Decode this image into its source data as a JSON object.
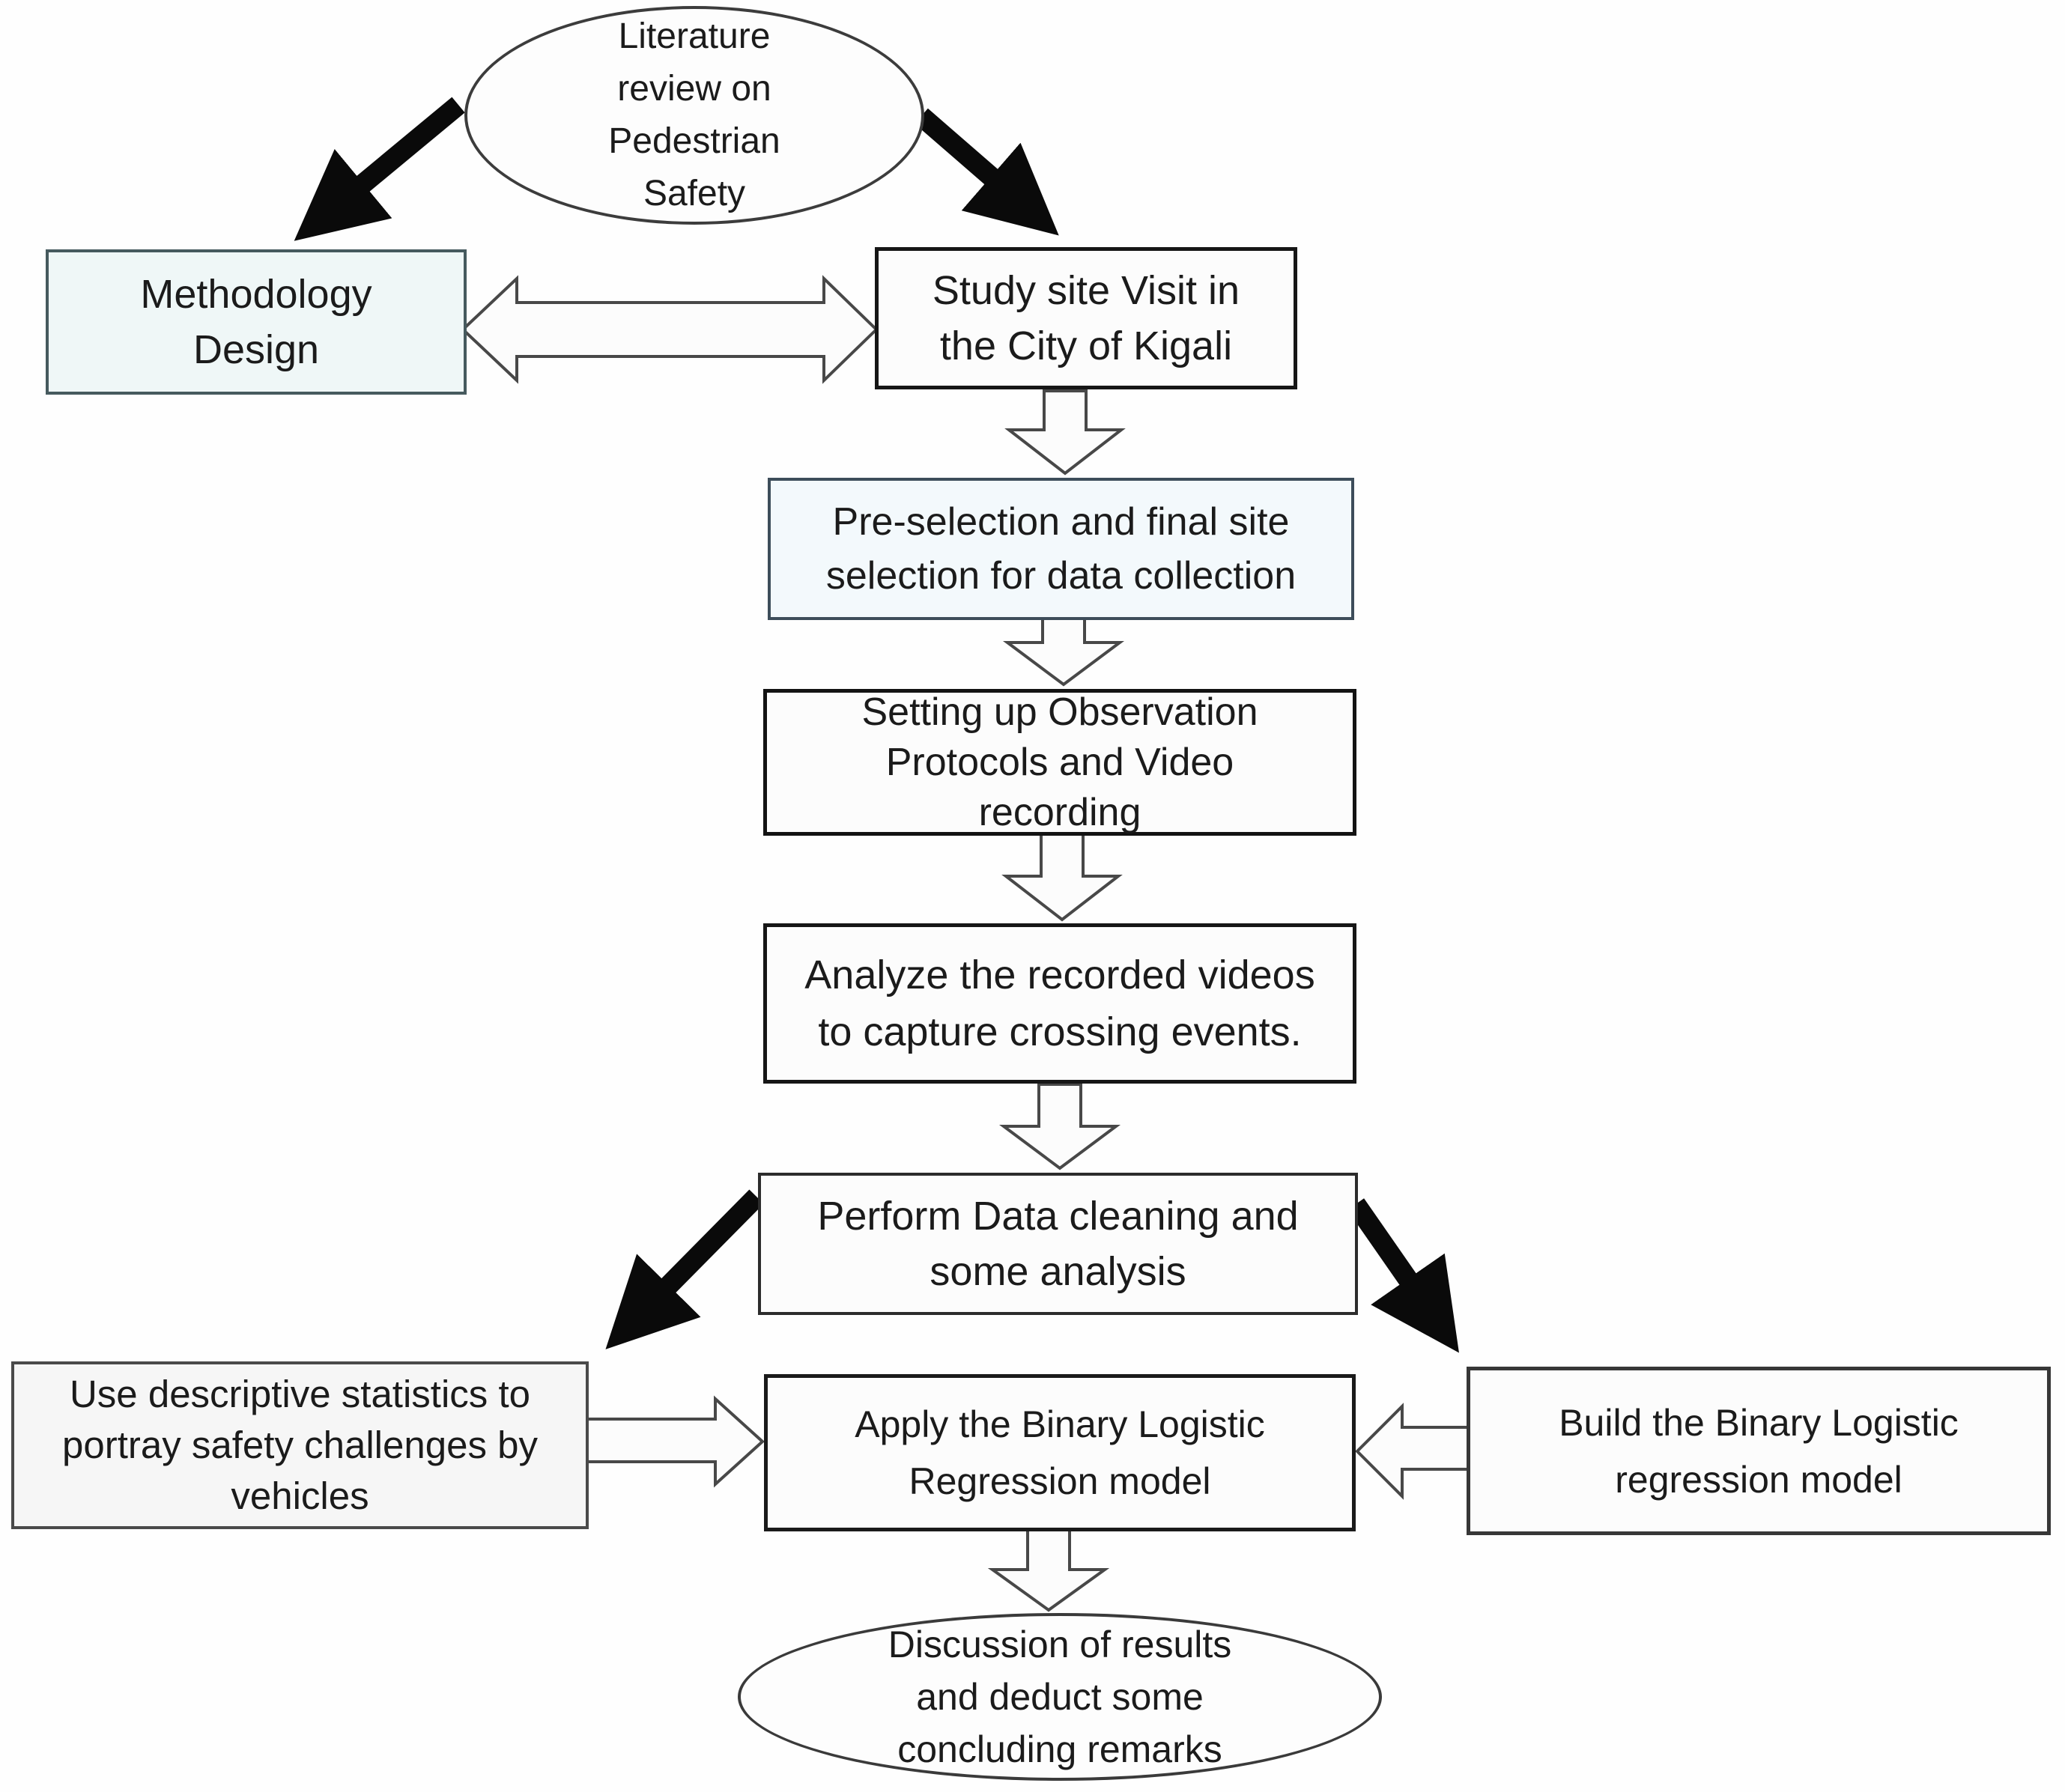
{
  "title": "Research methodology flowchart on pedestrian safety study",
  "colors": {
    "solid_arrow": "#0a0a0a",
    "hollow_arrow_outline": "#484848",
    "box_border_dark": "#161616",
    "box_border_teal": "#465a5e",
    "box_fill_plain": "#fcfcfc",
    "box_fill_teal_tint": "#eff7f7",
    "box_fill_blue_tint": "#f3f9fc",
    "background": "#fefefe"
  },
  "nodes": {
    "literature": {
      "shape": "ellipse",
      "label": "Literature\nreview on\nPedestrian\nSafety"
    },
    "methodology": {
      "shape": "rect",
      "label": "Methodology\nDesign"
    },
    "study_site": {
      "shape": "rect",
      "label": "Study site Visit in\nthe City of Kigali"
    },
    "preselection": {
      "shape": "rect",
      "label": "Pre-selection and final site\nselection for data collection"
    },
    "setting_up": {
      "shape": "rect",
      "label": "Setting up Observation\nProtocols and Video\nrecording"
    },
    "analyze": {
      "shape": "rect",
      "label": "Analyze the recorded videos\nto capture crossing events."
    },
    "perform": {
      "shape": "rect",
      "label": "Perform Data cleaning and\nsome analysis"
    },
    "use_descriptive": {
      "shape": "rect",
      "label": "Use descriptive statistics to\nportray safety challenges by\nvehicles"
    },
    "apply_model": {
      "shape": "rect",
      "label": "Apply the Binary Logistic\nRegression model"
    },
    "build_model": {
      "shape": "rect",
      "label": "Build the Binary Logistic\nregression model"
    },
    "discussion": {
      "shape": "ellipse",
      "label": "Discussion of results\nand deduct some\nconcluding remarks"
    }
  },
  "edges": [
    {
      "from": "literature",
      "to": "methodology",
      "style": "solid-thick"
    },
    {
      "from": "literature",
      "to": "study_site",
      "style": "solid-thick"
    },
    {
      "from": "methodology",
      "to": "study_site",
      "style": "hollow-double-headed"
    },
    {
      "from": "study_site",
      "to": "preselection",
      "style": "hollow"
    },
    {
      "from": "preselection",
      "to": "setting_up",
      "style": "hollow"
    },
    {
      "from": "setting_up",
      "to": "analyze",
      "style": "hollow"
    },
    {
      "from": "analyze",
      "to": "perform",
      "style": "hollow"
    },
    {
      "from": "perform",
      "to": "use_descriptive",
      "style": "solid-thick"
    },
    {
      "from": "perform",
      "to": "build_model",
      "style": "solid-thick"
    },
    {
      "from": "use_descriptive",
      "to": "apply_model",
      "style": "hollow"
    },
    {
      "from": "build_model",
      "to": "apply_model",
      "style": "hollow"
    },
    {
      "from": "apply_model",
      "to": "discussion",
      "style": "hollow"
    }
  ]
}
